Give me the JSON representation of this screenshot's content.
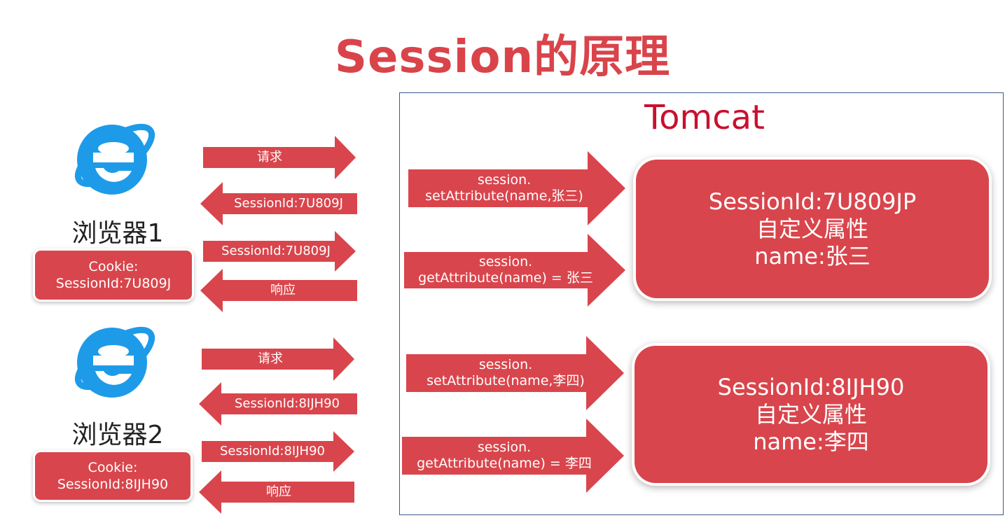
{
  "title": "Session的原理",
  "tomcat": {
    "label": "Tomcat"
  },
  "browsers": [
    {
      "label": "浏览器1",
      "cookie": {
        "line1": "Cookie:",
        "line2": "SessionId:7U809J"
      },
      "arrows": [
        {
          "direction": "right",
          "text": "请求"
        },
        {
          "direction": "left",
          "text": "SessionId:7U809J"
        },
        {
          "direction": "right",
          "text": "SessionId:7U809J"
        },
        {
          "direction": "left",
          "text": "响应"
        }
      ]
    },
    {
      "label": "浏览器2",
      "cookie": {
        "line1": "Cookie:",
        "line2": "SessionId:8IJH90"
      },
      "arrows": [
        {
          "direction": "right",
          "text": "请求"
        },
        {
          "direction": "left",
          "text": "SessionId:8IJH90"
        },
        {
          "direction": "right",
          "text": "SessionId:8IJH90"
        },
        {
          "direction": "left",
          "text": "响应"
        }
      ]
    }
  ],
  "server_arrows": [
    {
      "line1": "session.",
      "line2": "setAttribute(name,张三)"
    },
    {
      "line1": "session.",
      "line2": "getAttribute(name) = 张三"
    },
    {
      "line1": "session.",
      "line2": "setAttribute(name,李四)"
    },
    {
      "line1": "session.",
      "line2": "getAttribute(name) = 李四"
    }
  ],
  "sessions": [
    {
      "id": "SessionId:7U809JP",
      "attr_title": "自定义属性",
      "attr_value": "name:张三"
    },
    {
      "id": "SessionId:8IJH90",
      "attr_title": "自定义属性",
      "attr_value": "name:李四"
    }
  ],
  "colors": {
    "accent": "#d9454c",
    "title": "#d9444a",
    "tomcat": "#c8102e",
    "ie_blue": "#1e9be8",
    "frame": "#3c5a8a"
  },
  "icons": [
    "internet-explorer-icon",
    "internet-explorer-icon"
  ]
}
